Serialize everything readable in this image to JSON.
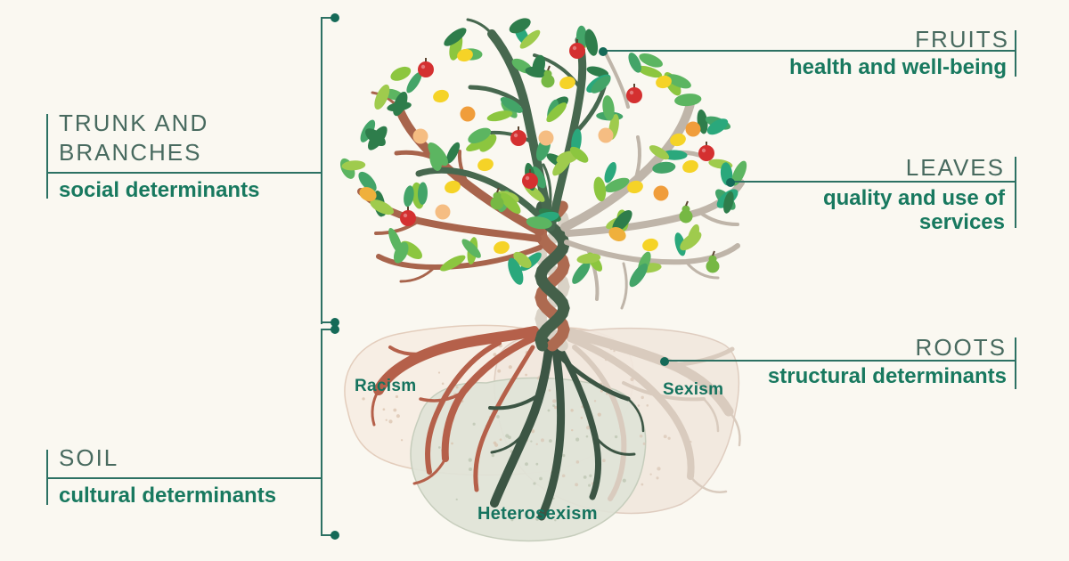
{
  "colors": {
    "background": "#faf8f1",
    "connector_line": "#2c7163",
    "connector_dot": "#156a58",
    "category_title_text": "#486a5f",
    "category_subtitle_text": "#18795f",
    "soil_label_text": "#15735e",
    "branch_green": "#47684f",
    "branch_brown": "#a8644c",
    "branch_tan": "#bfb5a9",
    "root_green": "#3c5544",
    "root_brown": "#b5604a",
    "root_tan": "#d9cbbe",
    "trunk_green": "#44604a",
    "trunk_brown": "#ad6a50",
    "trunk_pale": "#d9d2c6",
    "leaf_greens": [
      "#2e7d4b",
      "#43a468",
      "#8cc63f",
      "#2aa87c",
      "#9fcb4d",
      "#5cb561"
    ],
    "fruit_apple": "#d43030",
    "fruit_lemon": "#f5d327",
    "fruit_orange": "#f09d3b",
    "fruit_peach": "#f5bd82",
    "fruit_pear": "#76b844",
    "fruit_mango": "#efb03c",
    "soil_racism_fill": "#f6ede3",
    "soil_racism_edge": "#e3cdbc",
    "soil_racism_speckle": "#d9c0ab",
    "soil_sexism_fill": "#f1e7dd",
    "soil_sexism_edge": "#dfcdc0",
    "soil_sexism_speckle": "#d9c4b4",
    "soil_hetero_fill": "#dfe3d7",
    "soil_hetero_edge": "#c6cdbc",
    "soil_hetero_speckle": "#b9c2ae"
  },
  "labels": {
    "fruits": {
      "title": "FRUITS",
      "subtitle": "health and well-being"
    },
    "leaves": {
      "title": "LEAVES",
      "subtitle": "quality and use of services"
    },
    "roots": {
      "title": "ROOTS",
      "subtitle": "structural determinants"
    },
    "trunk": {
      "title": "TRUNK AND BRANCHES",
      "subtitle": "social determinants"
    },
    "soil": {
      "title": "SOIL",
      "subtitle": "cultural determinants"
    }
  },
  "soil_labels": {
    "racism": "Racism",
    "sexism": "Sexism",
    "heterosexism": "Heterosexism"
  }
}
